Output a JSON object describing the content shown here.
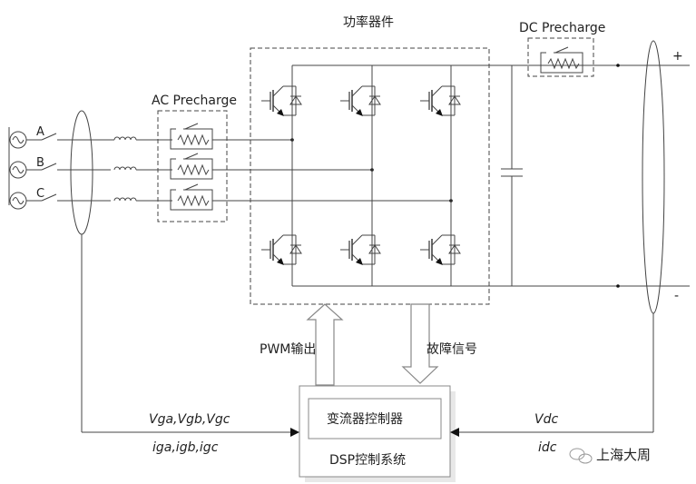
{
  "labels": {
    "power_devices": "功率器件",
    "dc_precharge": "DC Precharge",
    "ac_precharge": "AC Precharge",
    "phase_a": "A",
    "phase_b": "B",
    "phase_c": "C",
    "dc_plus": "+",
    "dc_minus": "-",
    "pwm_output": "PWM输出",
    "fault_signal": "故障信号",
    "converter_controller": "变流器控制器",
    "dsp_system": "DSP控制系统",
    "ac_voltages": "Vga,Vgb,Vgc",
    "ac_currents": "iga,igb,igc",
    "dc_voltage": "Vdc",
    "dc_current": "idc",
    "watermark": "上海大周"
  }
}
